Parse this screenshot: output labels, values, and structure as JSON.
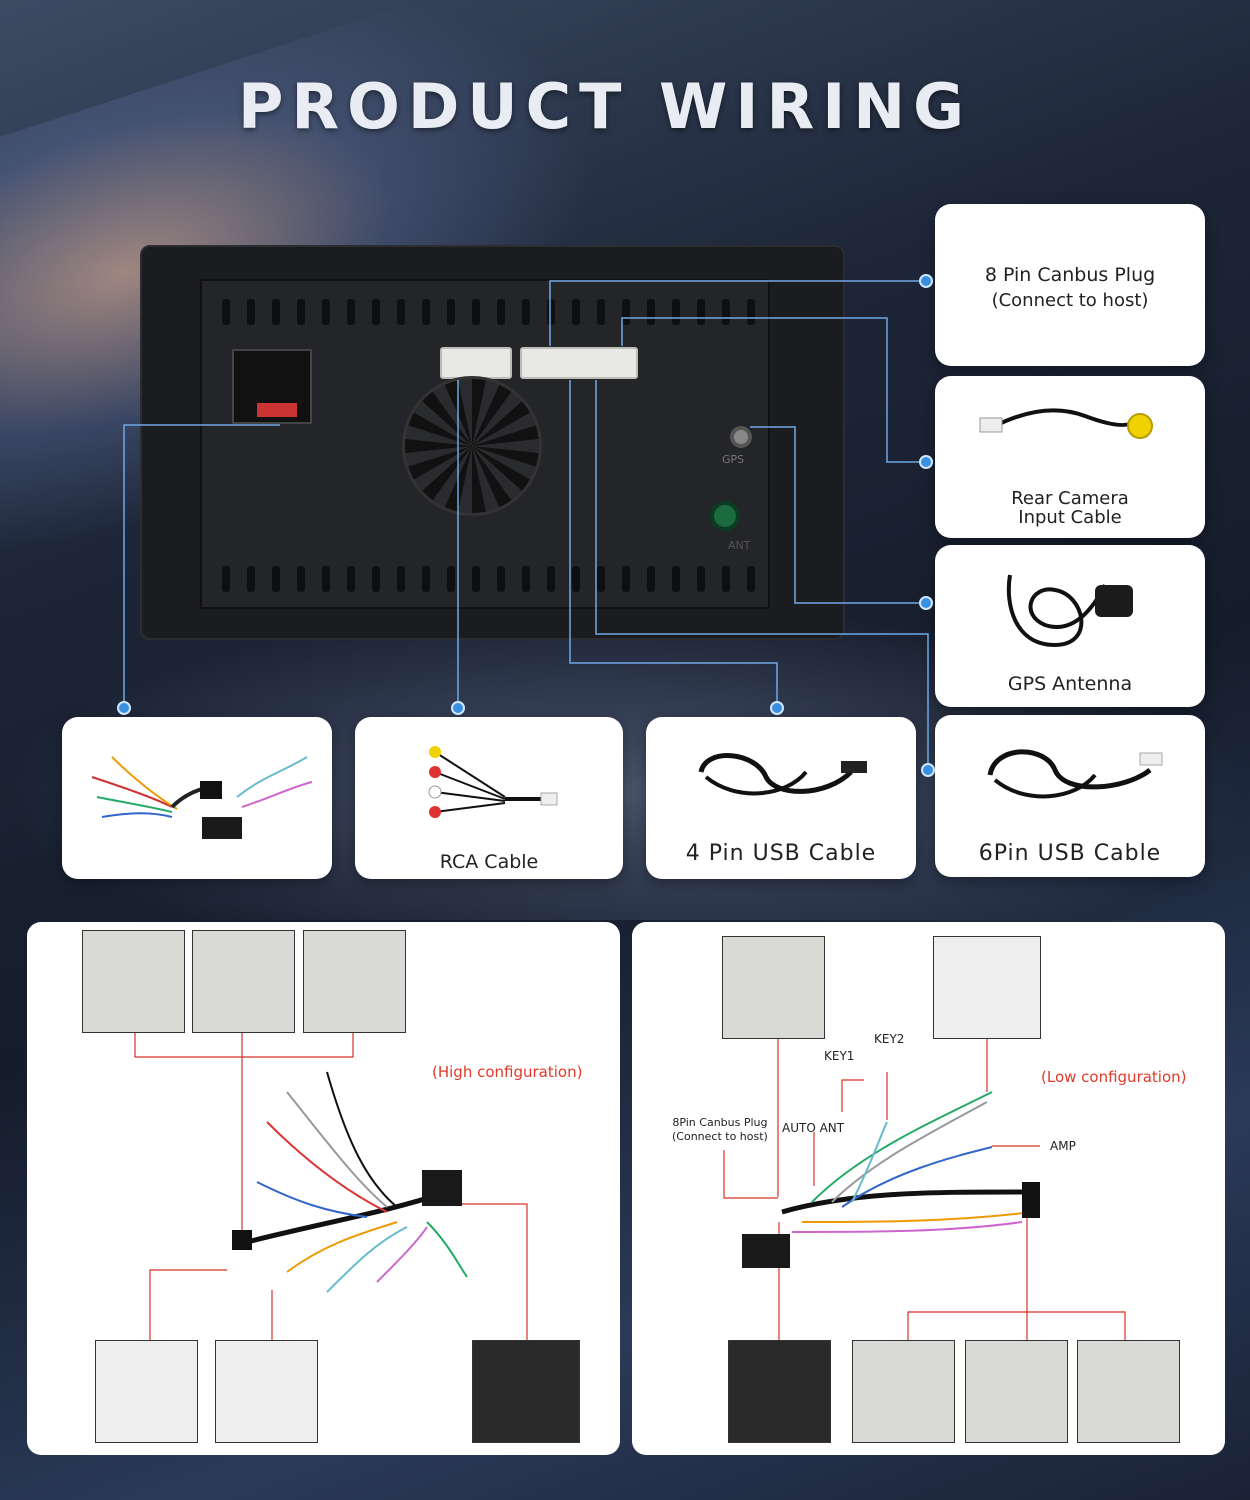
{
  "title": "PRODUCT WIRING",
  "unit": {
    "gps_port_label": "GPS",
    "ant_port_label": "ANT"
  },
  "right_cards": [
    {
      "line1": "8 Pin Canbus Plug",
      "line2": "(Connect to host)"
    },
    {
      "line1": "Rear Camera",
      "line2": "Input Cable"
    },
    {
      "line1": "GPS Antenna",
      "line2": ""
    },
    {
      "line1": "6Pin USB Cable",
      "line2": ""
    }
  ],
  "bottom_cards": [
    {
      "label": ""
    },
    {
      "label": "RCA Cable"
    },
    {
      "label": "4 Pin USB Cable"
    }
  ],
  "high_panel": {
    "config_label": "(High configuration)"
  },
  "low_panel": {
    "config_label": "(Low configuration)",
    "labels": {
      "key1": "KEY1",
      "key2": "KEY2",
      "canbus": "8Pin Canbus Plug\n(Connect to host)",
      "auto_ant": "AUTO ANT",
      "amp": "AMP"
    }
  },
  "colors": {
    "accent_line": "#6fa8e6",
    "dot": "#3a8fe0",
    "config_text": "#e03a2a",
    "leader_red": "#d8322a"
  }
}
